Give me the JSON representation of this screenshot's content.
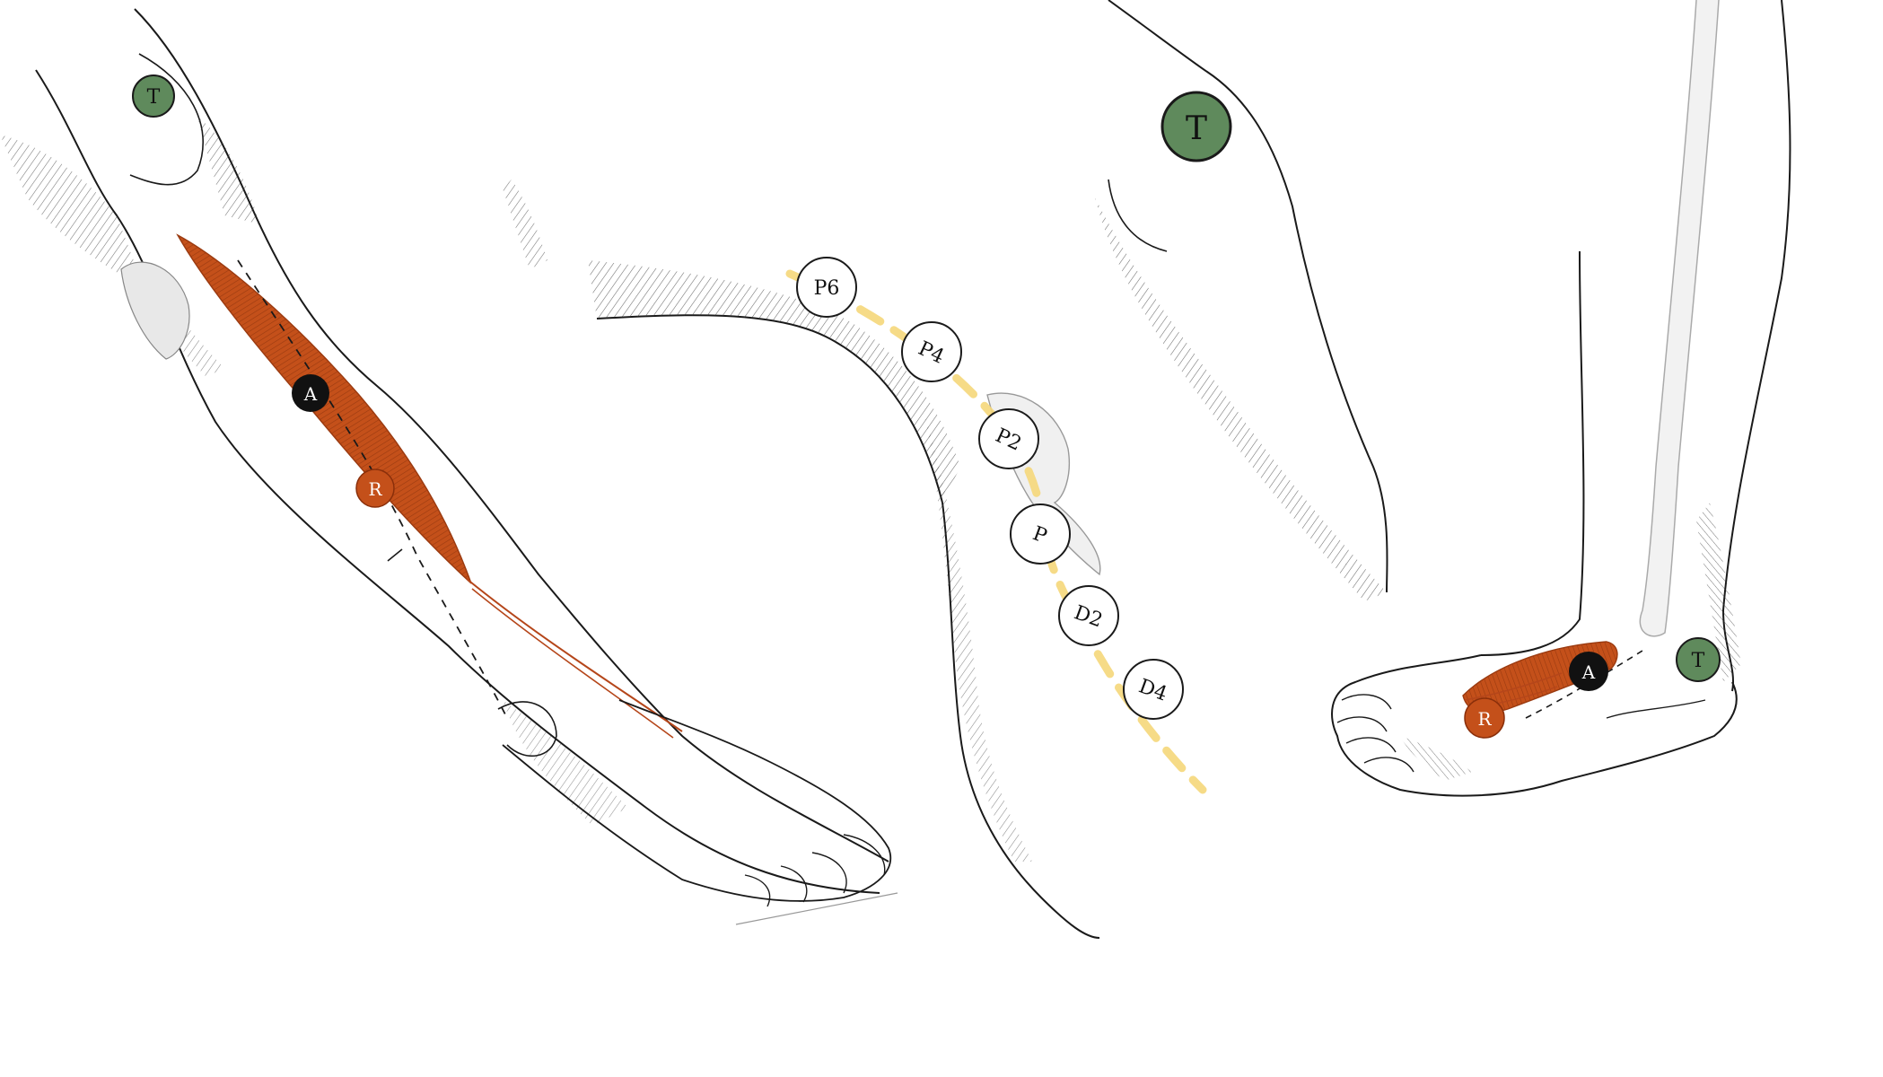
{
  "colors": {
    "background": "#ffffff",
    "ink": "#1a1a1a",
    "hatch": "#3a3a3a",
    "muscle": "#c4501a",
    "muscle_dark": "#9a3a10",
    "meridian": "#f5d77a",
    "marker_T": "#5f8a5c",
    "marker_A": "#111111",
    "marker_R": "#c4501a",
    "marker_point": "#ffffff"
  },
  "figures": {
    "leg_front": {
      "markers": {
        "T": "T",
        "A": "A",
        "R": "R"
      }
    },
    "thigh_knee": {
      "marker_T": "T",
      "points": [
        "P6",
        "P4",
        "P2",
        "P",
        "D2",
        "D4"
      ]
    },
    "foot_side": {
      "markers": {
        "T": "T",
        "A": "A",
        "R": "R"
      }
    }
  }
}
